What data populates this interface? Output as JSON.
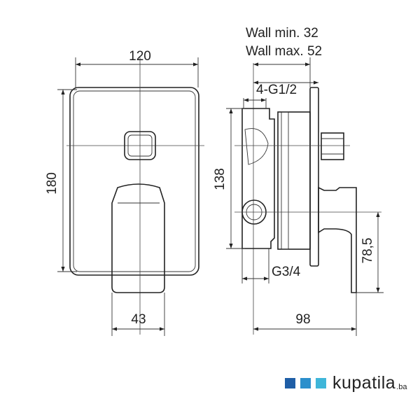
{
  "front_view": {
    "width_dim": "120",
    "height_dim": "180",
    "handle_width_dim": "43"
  },
  "side_view": {
    "wall_min": "Wall min. 32",
    "wall_max": "Wall max. 52",
    "inlet_thread": "4-G1/2",
    "body_height_dim": "138",
    "outlet_thread": "G3/4",
    "lever_height_dim": "78,5",
    "depth_dim": "98"
  },
  "logo": {
    "name": "kupatila",
    "tld": ".ba",
    "colors": [
      "#1f5ea6",
      "#2b8fcc",
      "#3fb6d9"
    ]
  }
}
